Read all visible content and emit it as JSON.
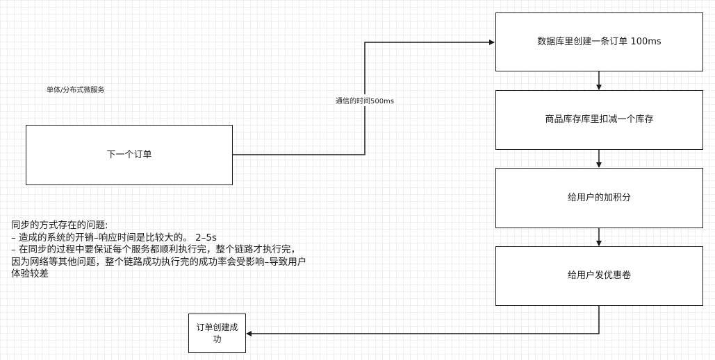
{
  "diagram": {
    "architecture_label": "单体/分布式微服务",
    "order_box": "下一个订单",
    "edge_label": "通信的时间500ms",
    "steps": [
      "数据库里创建一条订单 100ms",
      "商品库存库里扣减一个库存",
      "给用户的加积分",
      "给用户发优惠卷"
    ],
    "result_box": "订单创建成功"
  },
  "notes": {
    "title": "同步的方式存在的问题:",
    "lines": [
      "– 造成的系统的开销–响应时间是比较大的。 2–5s",
      "– 在同步的过程中要保证每个服务都顺利执行完，整个链路才执行完，",
      "因为网络等其他问题，整个链路成功执行完的成功率会受影响–导致用户",
      "体验较差"
    ]
  },
  "colors": {
    "stroke": "#1a1a1a",
    "grid": "#eeeeee"
  }
}
